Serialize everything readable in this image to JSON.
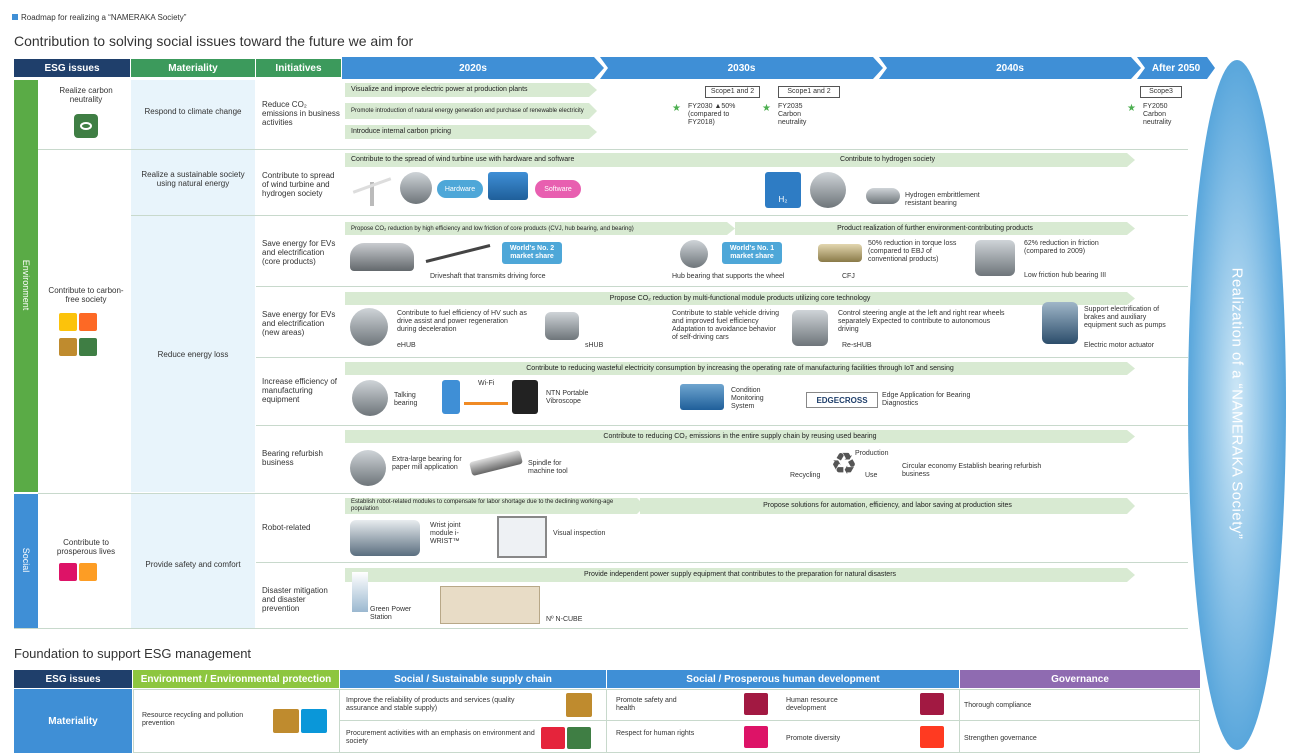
{
  "top_label": "Roadmap for realizing a “NAMERAKA Society”",
  "main_title": "Contribution to solving social issues toward the future we aim for",
  "headers": {
    "esg": "ESG issues",
    "materiality": "Materiality",
    "initiatives": "Initiatives",
    "t2020": "2020s",
    "t2030": "2030s",
    "t2040": "2040s",
    "after2050": "After 2050"
  },
  "side": {
    "environment": "Environment",
    "social": "Social",
    "realization": "Realization of a “NAMERAKA Society”"
  },
  "esg": {
    "carbon": "Realize carbon neutrality",
    "carbon_free": "Contribute to carbon-free society",
    "prosperous": "Contribute to prosperous lives"
  },
  "materiality": {
    "climate": "Respond to climate change",
    "natural_energy": "Realize a sustainable society using natural energy",
    "energy_loss": "Reduce energy loss",
    "safety": "Provide safety and comfort"
  },
  "initiatives": {
    "co2": "Reduce CO₂ emissions in business activities",
    "wind": "Contribute to spread of wind turbine and hydrogen society",
    "ev_core": "Save energy for EVs and electrification (core products)",
    "ev_new": "Save energy for EVs and electrification (new areas)",
    "mfg": "Increase efficiency of manufacturing equipment",
    "refurb": "Bearing refurbish business",
    "robot": "Robot-related",
    "disaster": "Disaster mitigation and disaster prevention"
  },
  "bars": {
    "visualize": "Visualize and improve electric power at production plants",
    "promote": "Promote introduction of natural energy generation and purchase of renewable electricity",
    "carbon_pricing": "Introduce internal carbon pricing",
    "wind_spread": "Contribute to the spread of wind turbine use with hardware and software",
    "hydrogen": "Contribute to hydrogen society",
    "co2_core": "Propose CO₂ reduction by high efficiency and low friction of core products (CVJ, hub bearing, and bearing)",
    "product_realization": "Product realization of further environment-contributing products",
    "multi_module": "Propose CO₂ reduction by multi-functional module products utilizing core technology",
    "iot": "Contribute to reducing wasteful electricity consumption by increasing the operating rate of manufacturing facilities through IoT and sensing",
    "reuse": "Contribute to reducing CO₂ emissions in the entire supply chain by reusing used bearing",
    "robot_modules": "Establish robot-related modules to compensate for labor shortage due to the declining working-age population",
    "automation": "Propose solutions for automation, efficiency, and labor saving at production sites",
    "power_supply": "Provide independent power supply equipment that contributes to the preparation for natural disasters"
  },
  "scopes": {
    "s12a": "Scope1 and 2",
    "s12b": "Scope1 and 2",
    "s3": "Scope3"
  },
  "targets": {
    "fy2030": "FY2030 ▲50% (compared to FY2018)",
    "fy2035": "FY2035 Carbon neutrality",
    "fy2050": "FY2050 Carbon neutrality"
  },
  "labels": {
    "hardware": "Hardware",
    "software": "Software",
    "h2": "H₂",
    "hydrogen_bearing": "Hydrogen embrittlement resistant bearing",
    "worlds1": "World's No. 2 market share",
    "worlds2": "World's No. 1 market share",
    "driveshaft": "Driveshaft that transmits driving force",
    "hub": "Hub bearing that supports the wheel",
    "cfj": "CFJ",
    "torque": "50% reduction in torque loss (compared to EBJ of conventional products)",
    "friction": "62% reduction in friction (compared to 2009)",
    "lowfriction": "Low friction hub bearing III",
    "ehub_desc": "Contribute to fuel efficiency of HV such as drive assist and power regeneration during deceleration",
    "ehub": "eHUB",
    "shub": "sHUB",
    "stable": "Contribute to stable vehicle driving and improved fuel efficiency Adaptation to avoidance behavior of self-driving cars",
    "steer": "Control steering angle at the left and right rear wheels separately Expected to contribute to autonomous driving",
    "reshub": "Re-sHUB",
    "support": "Support electrification of brakes and auxiliary equipment such as pumps",
    "actuator": "Electric motor actuator",
    "talking": "Talking bearing",
    "wifi": "Wi-Fi",
    "vibroscope": "NTN Portable Vibroscope",
    "cms": "Condition Monitoring System",
    "edgecross": "EDGECROSS",
    "edge_app": "Edge Application for Bearing Diagnostics",
    "extra_large": "Extra-large bearing for paper mill application",
    "spindle": "Spindle for machine tool",
    "production": "Production",
    "recycling": "Recycling",
    "use": "Use",
    "circular": "Circular economy Establish bearing refurbish business",
    "wrist": "Wrist joint module i-WRIST™",
    "visual": "Visual inspection",
    "greenpower": "Green Power Station",
    "ncube": "Nº N-CUBE"
  },
  "foundation": {
    "title": "Foundation to support ESG management",
    "esg": "ESG issues",
    "env": "Environment / Environmental protection",
    "supply": "Social / Sustainable supply chain",
    "human": "Social / Prosperous human development",
    "gov": "Governance",
    "materiality": "Materiality",
    "resource": "Resource recycling and pollution prevention",
    "reliability": "Improve the reliability of products and services (quality assurance and stable supply)",
    "procurement": "Procurement activities with an emphasis on environment and society",
    "safety": "Promote safety and health",
    "rights": "Respect for human rights",
    "hr": "Human resource development",
    "diversity": "Promote diversity",
    "compliance": "Thorough compliance",
    "governance": "Strengthen governance"
  },
  "colors": {
    "green": "#5aab46",
    "greenlight": "#d8ead2",
    "navy": "#1f3f6b",
    "blue": "#3f8fd6",
    "sky": "#a9d6f2",
    "purple": "#8f6bb1",
    "teal": "#2ca7a3"
  }
}
